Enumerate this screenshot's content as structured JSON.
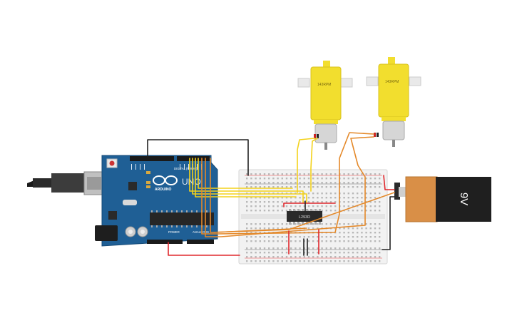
{
  "arduino": {
    "logo_text": "ARDUINO",
    "model": "UNO",
    "digital_label": "DIGITAL (PWM~)",
    "power_label": "POWER",
    "analog_label": "ANALOG IN"
  },
  "motors": [
    {
      "label": "143RPM"
    },
    {
      "label": "143RPM"
    }
  ],
  "driver_chip": {
    "label": "L293D"
  },
  "battery": {
    "label": "9V"
  },
  "colors": {
    "board_blue": "#1f5f95",
    "breadboard": "#f0f0f0",
    "motor_yellow": "#f2de2e",
    "battery_orange": "#d98f47",
    "wire_yellow": "#f3d21b",
    "wire_orange": "#e4892a",
    "wire_red": "#e0282d",
    "wire_black": "#222222"
  }
}
